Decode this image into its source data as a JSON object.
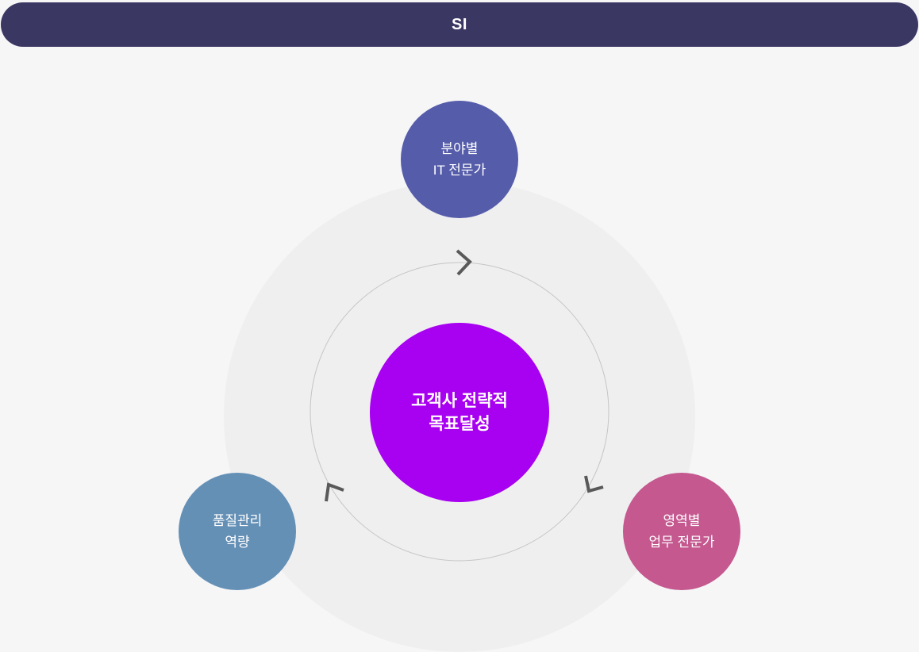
{
  "header": {
    "title": "SI",
    "bg_color": "#3b3763",
    "text_color": "#ffffff"
  },
  "diagram": {
    "page_bg": "#f6f6f7",
    "halo_color": "#efeff0",
    "orbit": {
      "ring_color": "#c5c5c5",
      "arrow_color": "#595959",
      "direction": "clockwise"
    },
    "center": {
      "lines": [
        "고객사 전략적",
        "목표달성"
      ],
      "color": "#a800f0",
      "text_color": "#ffffff"
    },
    "satellites": [
      {
        "id": "it-experts",
        "position": "top",
        "lines": [
          "분야별",
          "IT 전문가"
        ],
        "color": "#555caa"
      },
      {
        "id": "quality",
        "position": "bottom-left",
        "lines": [
          "품질관리",
          "역량"
        ],
        "color": "#6590b6"
      },
      {
        "id": "domain-experts",
        "position": "bottom-right",
        "lines": [
          "영역별",
          "업무 전문가"
        ],
        "color": "#c4588f"
      }
    ]
  }
}
